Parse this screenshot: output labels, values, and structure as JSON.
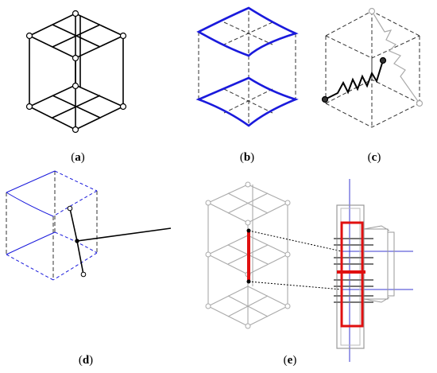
{
  "panels": [
    {
      "id": "a",
      "label": "a"
    },
    {
      "id": "b",
      "label": "b"
    },
    {
      "id": "c",
      "label": "c"
    },
    {
      "id": "d",
      "label": "d"
    },
    {
      "id": "e",
      "label": "e"
    }
  ],
  "colors": {
    "line": "#000000",
    "blue": "#1a1adc",
    "gray": "#9a9a9a",
    "light_gray": "#c8c8c8",
    "red": "#e01010"
  }
}
